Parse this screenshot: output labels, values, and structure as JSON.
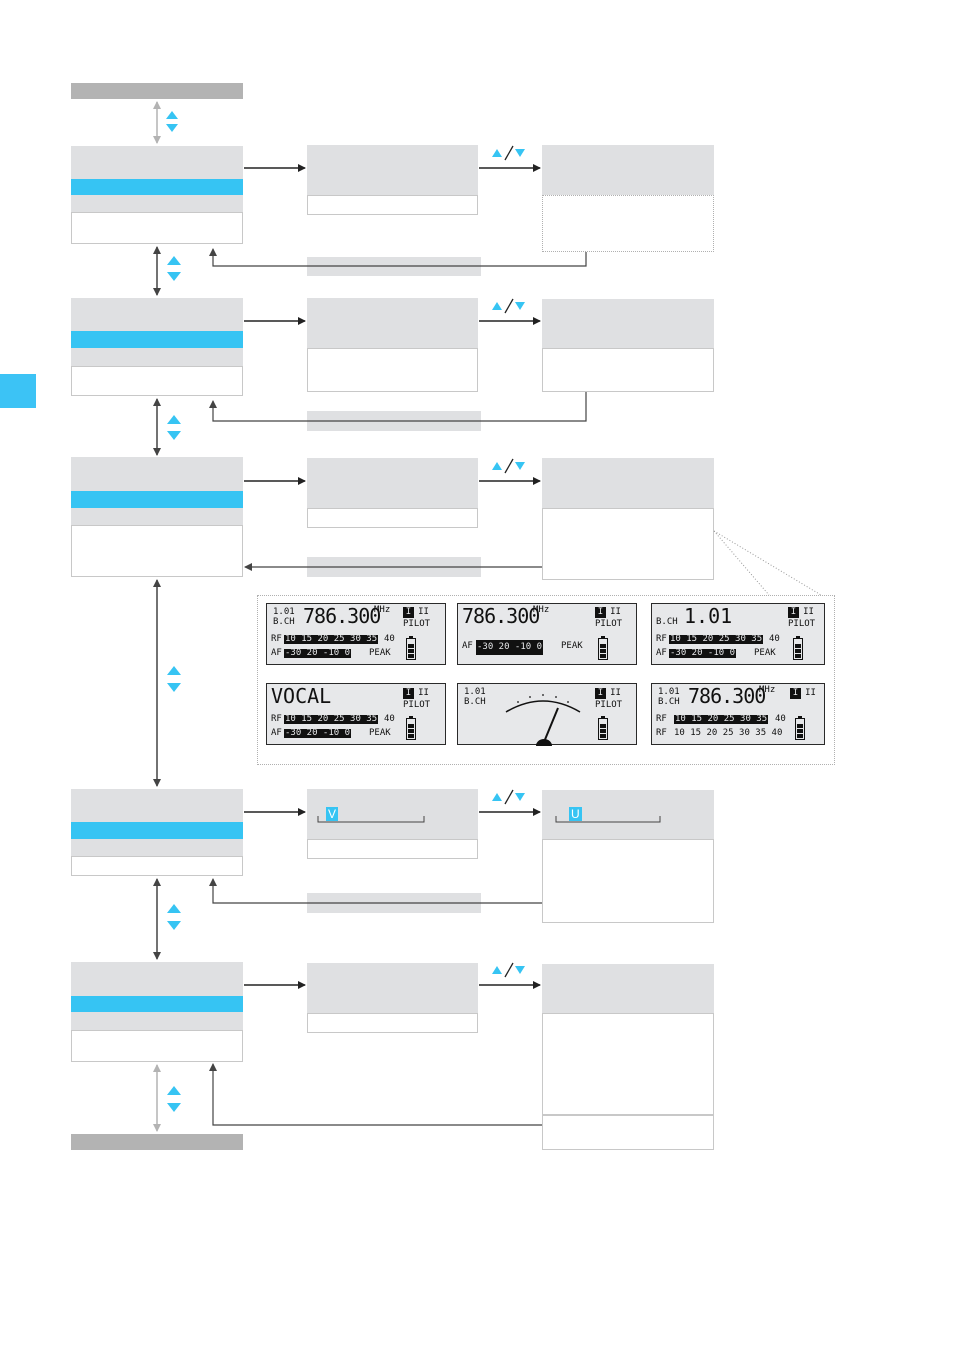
{
  "colors": {
    "accent": "#36c4f3",
    "menu_gray": "#dfe0e2",
    "menu_dark": "#b3b3b3",
    "line": "#333333",
    "line_light": "#b3b3b3"
  },
  "icons": {
    "nav_up_down": "up-down-triangle-icon",
    "adjust": "up-slash-down-icon"
  },
  "displays": [
    {
      "preset": "1.01",
      "bank": "B.CH",
      "freq": "786.300",
      "unit": "MHz",
      "ch1": "I",
      "ch2": "II",
      "pilot": "PILOT",
      "rf_label": "RF",
      "rf_scale": "10 15 20 25 30 35",
      "rf_end": "40",
      "af_label": "AF",
      "af_scale": "-30  20 -10   0",
      "af_end": "PEAK"
    },
    {
      "freq": "786.300",
      "unit": "MHz",
      "ch1": "I",
      "ch2": "II",
      "pilot": "PILOT",
      "af_label": "AF",
      "af_scale": "-30  20 -10   0",
      "af_end": "PEAK"
    },
    {
      "bank": "B.CH",
      "preset_big": "1.01",
      "ch1": "I",
      "ch2": "II",
      "pilot": "PILOT",
      "rf_label": "RF",
      "rf_scale": "10 15 20 25 30 35",
      "rf_end": "40",
      "af_label": "AF",
      "af_scale": "-30  20 -10   0",
      "af_end": "PEAK"
    },
    {
      "name": "VOCAL",
      "ch1": "I",
      "ch2": "II",
      "pilot": "PILOT",
      "rf_label": "RF",
      "rf_scale": "10 15 20 25 30 35",
      "rf_end": "40",
      "af_label": "AF",
      "af_scale": "-30  20 -10   0",
      "af_end": "PEAK"
    },
    {
      "preset": "1.01",
      "bank": "B.CH",
      "ch1": "I",
      "ch2": "II",
      "pilot": "PILOT"
    },
    {
      "preset": "1.01",
      "bank": "B.CH",
      "freq": "786.300",
      "unit": "MHz",
      "ch1": "I",
      "ch2": "II",
      "rf1_label": "RF",
      "rf1_scale": "10 15 20 25 30 35",
      "rf1_end": "40",
      "rf2_label": "RF",
      "rf2_scale": "10 15 20 25 30 35 40"
    }
  ],
  "editor_fields": {
    "left_char": "V",
    "right_char": "U"
  }
}
